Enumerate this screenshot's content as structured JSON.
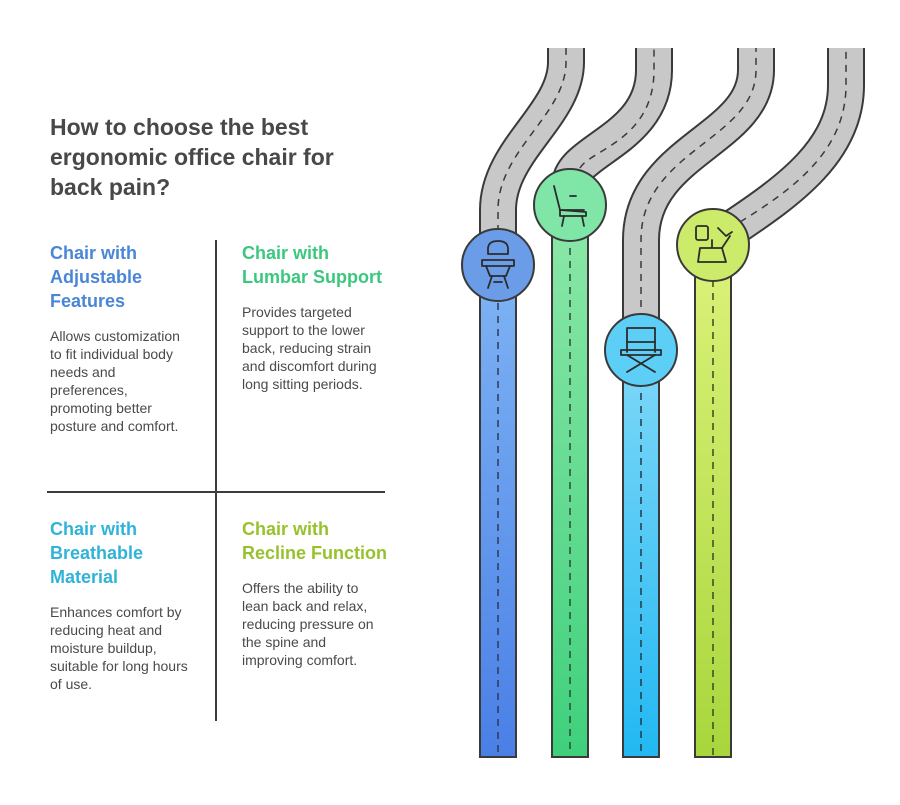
{
  "title": "How to choose the best ergonomic office chair for back pain?",
  "colors": {
    "blue": "#4d8ae4",
    "green": "#4fd486",
    "cyan": "#41c4ee",
    "lime": "#b2d94a",
    "road": "#c7c7c7",
    "outline": "#3a3a3a"
  },
  "options": [
    {
      "heading": "Chair with Adjustable Features",
      "description": "Allows customization to fit individual body needs and preferences, promoting better posture and comfort.",
      "color": "#4a86d8",
      "icon": "high-chair-icon"
    },
    {
      "heading": "Chair with Lumbar Support",
      "description": "Provides targeted support to the lower back, reducing strain and discomfort during long sitting periods.",
      "color": "#3cc77e",
      "icon": "lounge-chair-icon"
    },
    {
      "heading": "Chair with Breathable Material",
      "description": "Enhances comfort by reducing heat and moisture buildup, suitable for long hours of use.",
      "color": "#2fb3d9",
      "icon": "folding-chair-icon"
    },
    {
      "heading": "Chair with Recline Function",
      "description": "Offers the ability to lean back and relax, reducing pressure on the spine and improving comfort.",
      "color": "#98c22c",
      "icon": "recliner-icon"
    }
  ]
}
